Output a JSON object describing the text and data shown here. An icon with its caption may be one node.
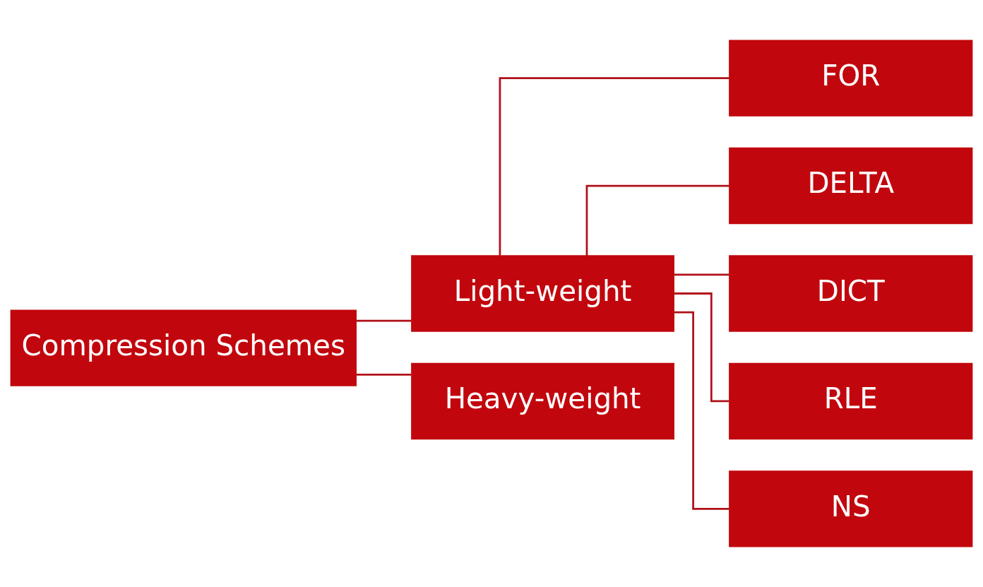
{
  "diagram": {
    "nodes": [
      {
        "text": [
          "Compression Schemes"
        ]
      },
      {
        "text": [
          "Light-weight"
        ]
      },
      {
        "text": [
          "Heavy-weight"
        ]
      },
      {
        "text": [
          "FOR"
        ]
      },
      {
        "text": [
          "DELTA"
        ]
      },
      {
        "text": [
          "DICT"
        ]
      },
      {
        "text": [
          "RLE"
        ]
      },
      {
        "text": [
          "NS"
        ]
      }
    ],
    "edges": [
      {
        "from": 0,
        "to": 1,
        "arrow": "none"
      },
      {
        "from": 0,
        "to": 2,
        "arrow": "none"
      },
      {
        "from": 1,
        "to": 3,
        "arrow": "none"
      },
      {
        "from": 1,
        "to": 4,
        "arrow": "none"
      },
      {
        "from": 1,
        "to": 5,
        "arrow": "none"
      },
      {
        "from": 1,
        "to": 6,
        "arrow": "none"
      },
      {
        "from": 1,
        "to": 7,
        "arrow": "none"
      }
    ]
  }
}
